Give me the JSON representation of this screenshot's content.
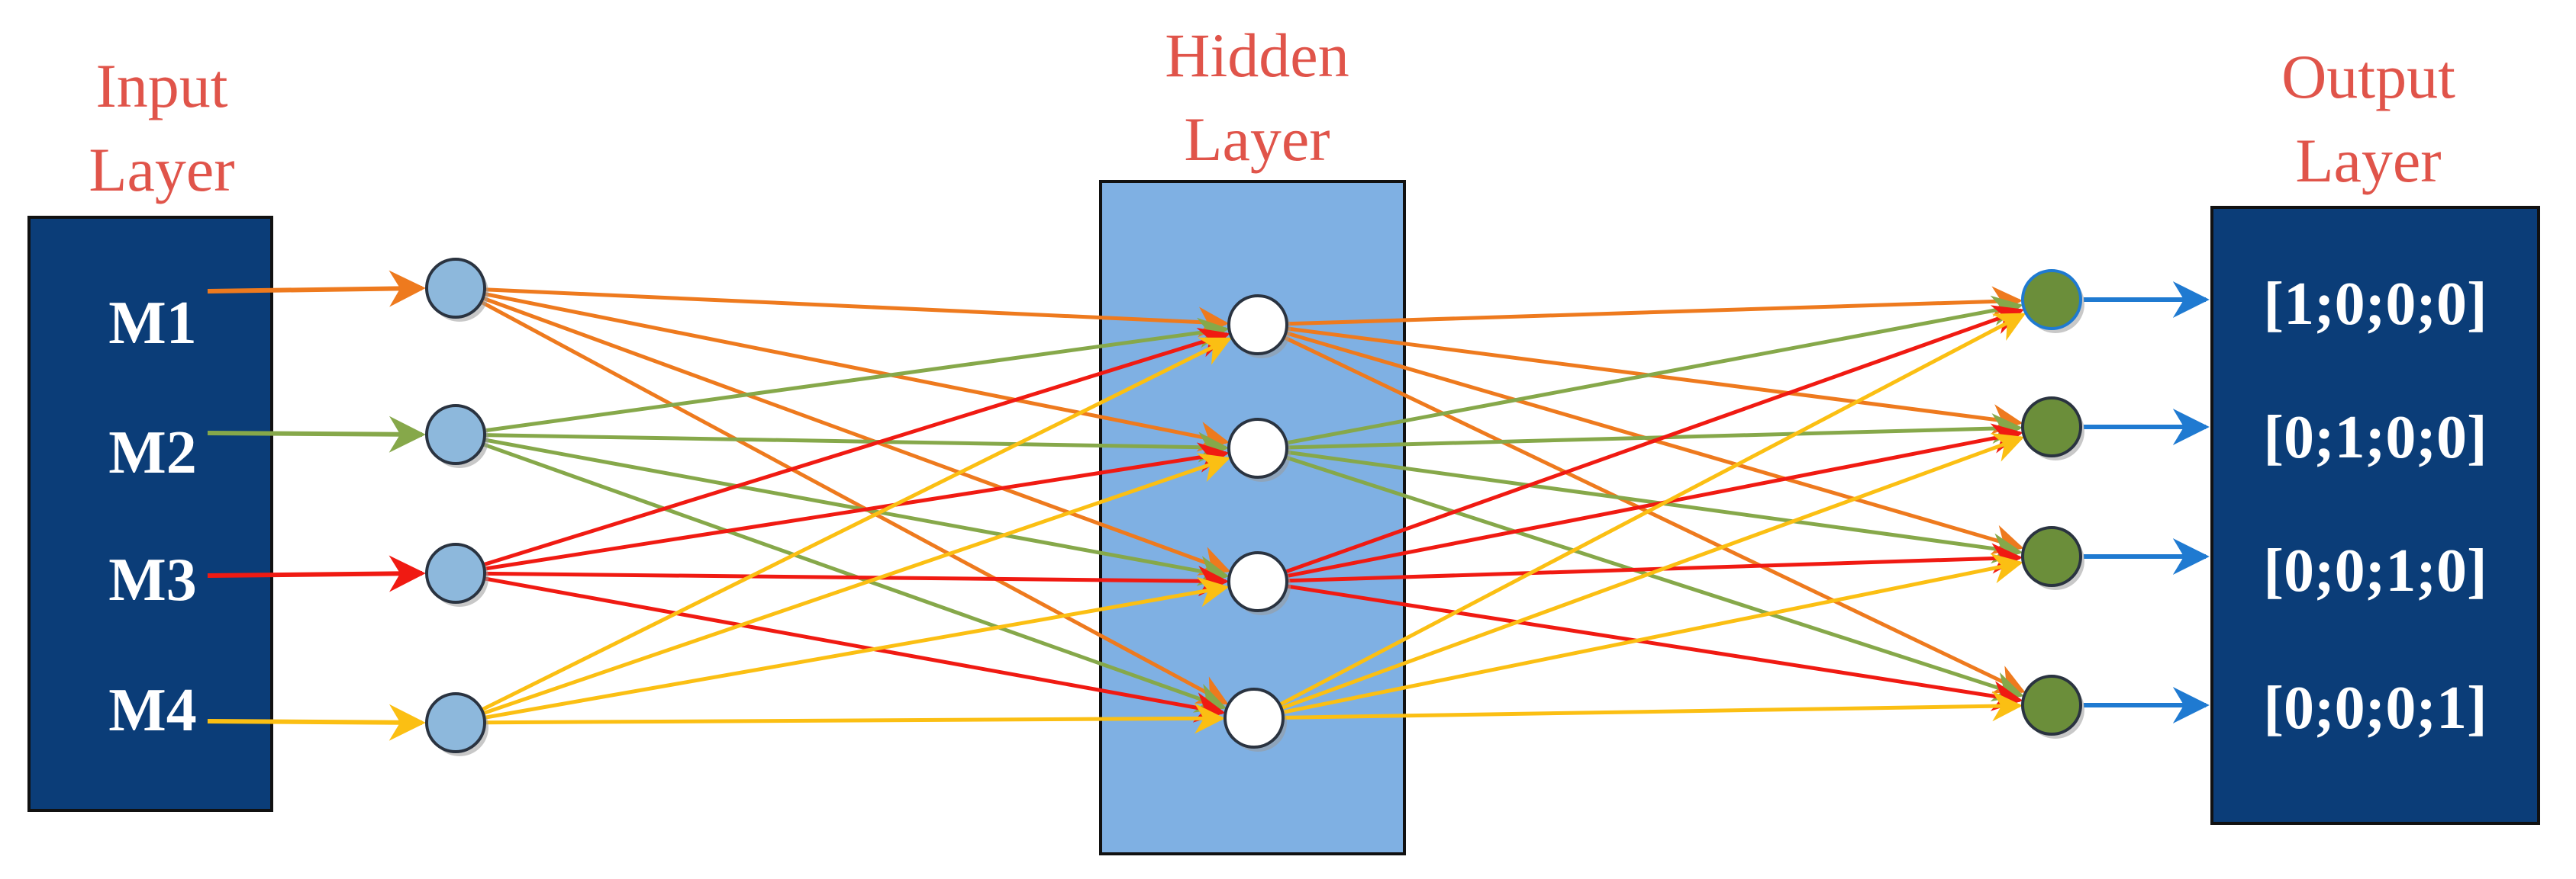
{
  "layers": {
    "input": {
      "title_line1": "Input",
      "title_line2": "Layer",
      "labels": [
        "M1",
        "M2",
        "M3",
        "M4"
      ]
    },
    "hidden": {
      "title_line1": "Hidden",
      "title_line2": "Layer"
    },
    "output": {
      "title_line1": "Output",
      "title_line2": "Layer",
      "labels": [
        "[1;0;0;0]",
        "[0;1;0;0]",
        "[0;0;1;0]",
        "[0;0;0;1]"
      ]
    }
  },
  "colors": {
    "title": "#e0544a",
    "input_box": "#0b3d78",
    "output_box": "#0b3d78",
    "hidden_box": "#7fb0e3",
    "input_node": "#8db8dc",
    "hidden_node": "#ffffff",
    "output_node": "#6b8e3a",
    "output_arrow": "#1f7ad1",
    "signal_1": "#ee7a1e",
    "signal_2": "#86a84a",
    "signal_3": "#f01a12",
    "signal_4": "#fbbf13"
  }
}
